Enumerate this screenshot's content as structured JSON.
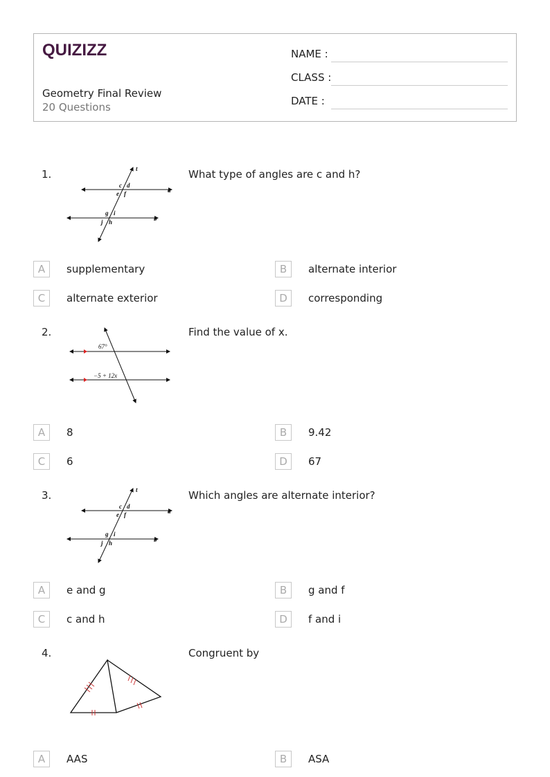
{
  "header": {
    "logo": "QUIZIZZ",
    "title": "Geometry Final Review",
    "subtitle": "20 Questions",
    "fields": [
      "NAME :",
      "CLASS :",
      "DATE  :"
    ]
  },
  "figure_labels": {
    "parallel": {
      "t": "t",
      "a": "a",
      "b": "b",
      "c": "c",
      "d": "d",
      "e": "e",
      "f": "f",
      "g": "g",
      "i": "i",
      "j": "j",
      "h": "h"
    },
    "angles": {
      "angle1": "67°",
      "angle2": "−5 + 12x"
    }
  },
  "questions": [
    {
      "number": "1.",
      "text": "What type of angles are c and h?",
      "options": [
        {
          "letter": "A",
          "text": "supplementary"
        },
        {
          "letter": "B",
          "text": "alternate interior"
        },
        {
          "letter": "C",
          "text": "alternate exterior"
        },
        {
          "letter": "D",
          "text": "corresponding"
        }
      ]
    },
    {
      "number": "2.",
      "text": "Find the value of x.",
      "options": [
        {
          "letter": "A",
          "text": "8"
        },
        {
          "letter": "B",
          "text": "9.42"
        },
        {
          "letter": "C",
          "text": "6"
        },
        {
          "letter": "D",
          "text": "67"
        }
      ]
    },
    {
      "number": "3.",
      "text": "Which angles are alternate interior?",
      "options": [
        {
          "letter": "A",
          "text": "e and g"
        },
        {
          "letter": "B",
          "text": "g and f"
        },
        {
          "letter": "C",
          "text": "c and h"
        },
        {
          "letter": "D",
          "text": "f and i"
        }
      ]
    },
    {
      "number": "4.",
      "text": "Congruent by",
      "options": [
        {
          "letter": "A",
          "text": "AAS"
        },
        {
          "letter": "B",
          "text": "ASA"
        }
      ]
    }
  ]
}
